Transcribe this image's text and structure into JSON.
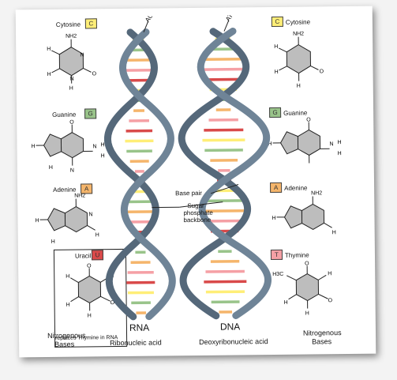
{
  "colors": {
    "cytosine": "#ffee77",
    "guanine": "#99c48a",
    "adenine": "#f5b56b",
    "uracil": "#d94a4a",
    "thymine": "#f5a0a5",
    "backbone": "#6f8497",
    "ring_fill": "#bdbdbd"
  },
  "left_bases": [
    {
      "name": "Cytosine",
      "letter": "C"
    },
    {
      "name": "Guanine",
      "letter": "G"
    },
    {
      "name": "Adenine",
      "letter": "A"
    },
    {
      "name": "Uracil",
      "letter": "U"
    }
  ],
  "right_bases": [
    {
      "name": "Cytosine",
      "letter": "C"
    },
    {
      "name": "Guanine",
      "letter": "G"
    },
    {
      "name": "Adenine",
      "letter": "A"
    },
    {
      "name": "Thymine",
      "letter": "T"
    }
  ],
  "uracil_note": "replaces Thymine in RNA",
  "rna": {
    "tag": "AUCG's",
    "title": "RNA",
    "subtitle": "Ribonucleic acid"
  },
  "dna": {
    "tag": "ATCG's",
    "title": "DNA",
    "subtitle": "Deoxyribonucleic acid"
  },
  "annotations": {
    "base_pair": "Base pair",
    "backbone_line1": "Sugar",
    "backbone_line2": "phosphate",
    "backbone_line3": "backbone"
  },
  "footer": {
    "left_line1": "Nitrogenous",
    "left_line2": "Bases",
    "right_line1": "Nitrogenous",
    "right_line2": "Bases"
  },
  "atoms": {
    "N": "N",
    "H": "H",
    "O": "O",
    "NH2": "NH2",
    "H3C": "H3C"
  }
}
